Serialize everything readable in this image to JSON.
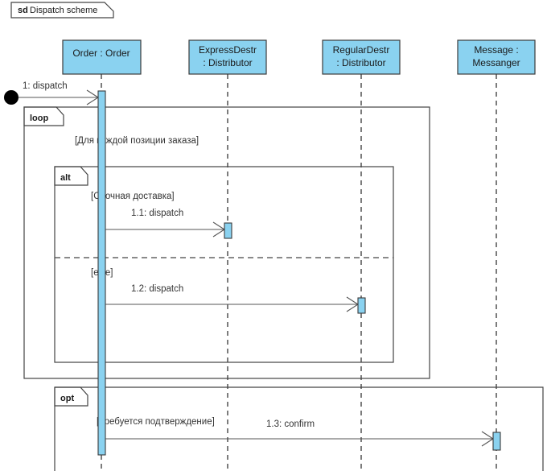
{
  "diagram": {
    "kind_label": "sd",
    "title": "Dispatch scheme",
    "type": "uml-sequence-diagram"
  },
  "lifelines": [
    {
      "id": "order",
      "line1": "Order : Order",
      "line2": ""
    },
    {
      "id": "express",
      "line1": "ExpressDestr",
      "line2": ": Distributor"
    },
    {
      "id": "regular",
      "line1": "RegularDestr",
      "line2": ": Distributor"
    },
    {
      "id": "message",
      "line1": "Message :",
      "line2": "Messanger"
    }
  ],
  "messages": [
    {
      "id": "m1",
      "label": "1: dispatch",
      "from": "start",
      "to": "order"
    },
    {
      "id": "m11",
      "label": "1.1: dispatch",
      "from": "order",
      "to": "express"
    },
    {
      "id": "m12",
      "label": "1.2: dispatch",
      "from": "order",
      "to": "regular"
    },
    {
      "id": "m13",
      "label": "1.3: confirm",
      "from": "order",
      "to": "message"
    }
  ],
  "fragments": [
    {
      "id": "loop",
      "operator": "loop",
      "guard": "[Для каждой позиции заказа]"
    },
    {
      "id": "alt",
      "operator": "alt",
      "guard": "[Срочная доставка]",
      "else_guard": "[else]"
    },
    {
      "id": "opt",
      "operator": "opt",
      "guard": "[Требуется подтверждение]"
    }
  ],
  "colors": {
    "lifeline_fill": "#8ad2f0",
    "lifeline_stroke": "#3b3b3b",
    "line": "#555555",
    "frame": "#444444",
    "text": "#1a1a1a"
  }
}
